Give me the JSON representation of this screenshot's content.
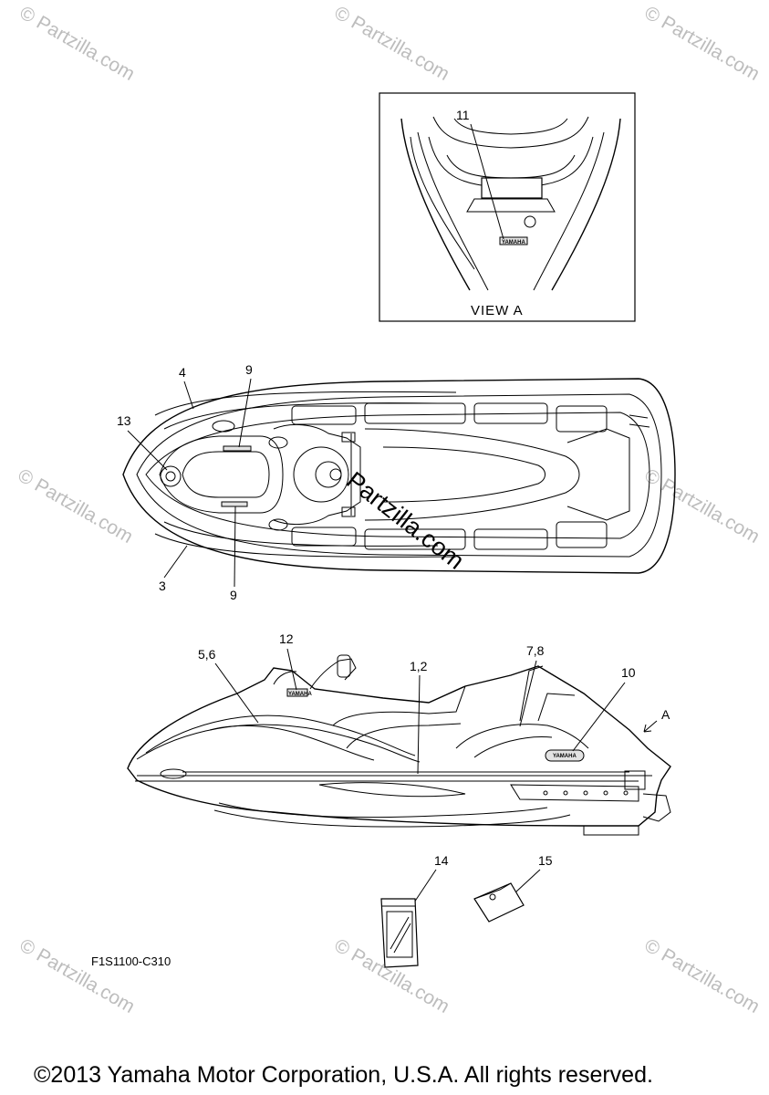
{
  "watermark": {
    "text": "© Partzilla.com",
    "center_text": "Partzilla.com"
  },
  "view_a": {
    "label": "VIEW A",
    "callout_11": "11",
    "logo_text": "YAMAHA"
  },
  "top_view": {
    "callouts": [
      "4",
      "9",
      "13",
      "3",
      "9"
    ]
  },
  "side_view": {
    "callouts": [
      "12",
      "5,6",
      "1,2",
      "7,8",
      "10",
      "A"
    ],
    "logo_text": "YAMAHA"
  },
  "loose_parts": {
    "callout_14": "14",
    "callout_15": "15"
  },
  "drawing_code": "F1S1100-C310",
  "copyright": "©2013 Yamaha Motor Corporation, U.S.A. All rights reserved."
}
